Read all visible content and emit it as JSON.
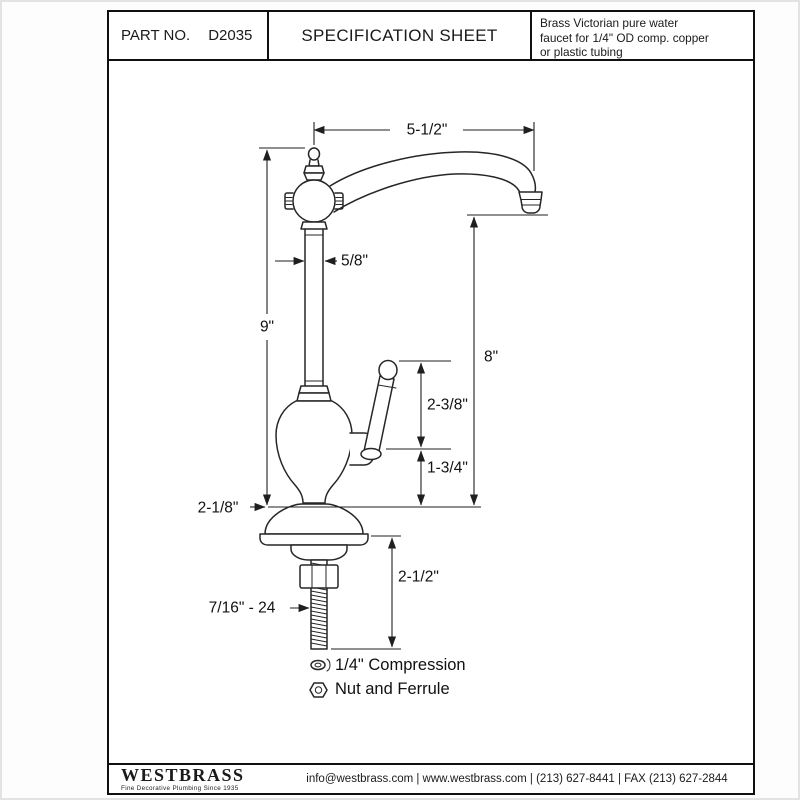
{
  "header": {
    "part_label": "PART NO.",
    "part_number": "D2035",
    "title": "SPECIFICATION SHEET",
    "description_lines": [
      "Brass Victorian pure water",
      "faucet for 1/4\" OD comp. copper",
      "or plastic tubing"
    ]
  },
  "dimensions": {
    "spout_reach": "5-1/2\"",
    "column_diameter": "5/8\"",
    "overall_height": "9\"",
    "spout_height": "8\"",
    "handle_length": "2-3/8\"",
    "handle_offset": "1-3/4\"",
    "base_diameter": "2-1/8\"",
    "shank_length": "2-1/2\"",
    "thread_size": "7/16\" - 24",
    "note_line1": "1/4\" Compression",
    "note_line2": "Nut and Ferrule"
  },
  "footer": {
    "brand": "WESTBRASS",
    "tagline": "Fine Decorative Plumbing Since 1935",
    "contact": "info@westbrass.com | www.westbrass.com | (213) 627-8441 | FAX (213) 627-2844"
  }
}
